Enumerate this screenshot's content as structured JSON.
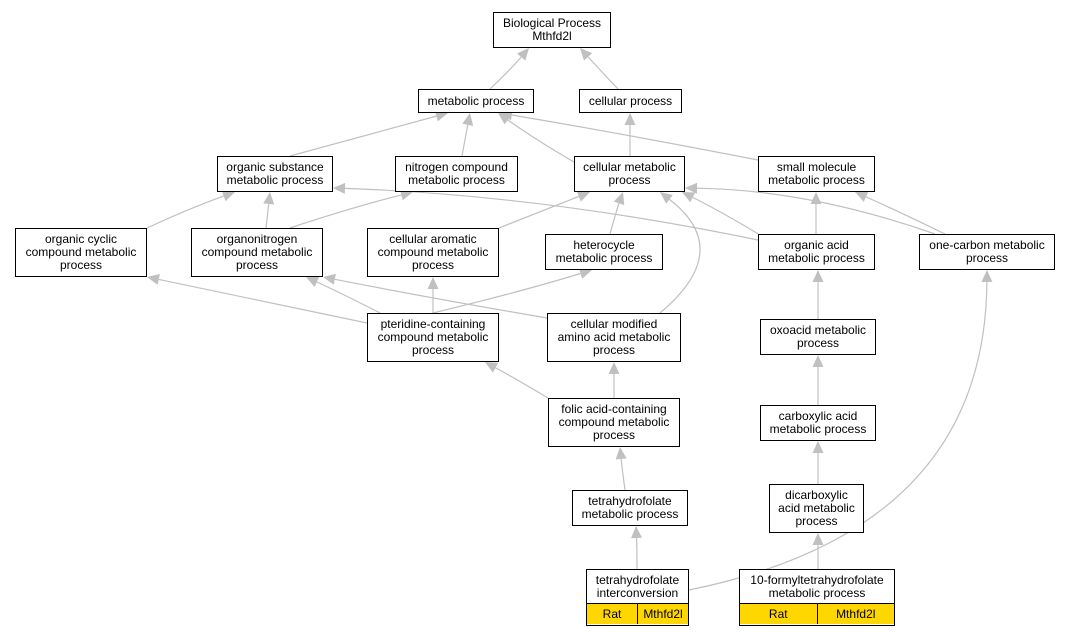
{
  "edge_color": "#C0C0C0",
  "tag_color": "#FFD700",
  "nodes": {
    "bp": "Biological Process\nMthfd2l",
    "metabolic": "metabolic process",
    "cellular": "cellular process",
    "organic_substance": "organic substance\nmetabolic process",
    "nitrogen_compound": "nitrogen compound\nmetabolic process",
    "cellular_metabolic": "cellular metabolic\nprocess",
    "small_molecule": "small molecule\nmetabolic process",
    "organic_cyclic": "organic cyclic\ncompound metabolic\nprocess",
    "organonitrogen": "organonitrogen\ncompound metabolic\nprocess",
    "cellular_aromatic": "cellular aromatic\ncompound metabolic\nprocess",
    "heterocycle": "heterocycle\nmetabolic process",
    "organic_acid": "organic acid\nmetabolic process",
    "one_carbon": "one-carbon metabolic\nprocess",
    "pteridine": "pteridine-containing\ncompound metabolic\nprocess",
    "cellular_modified": "cellular modified\namino acid metabolic\nprocess",
    "oxoacid": "oxoacid metabolic\nprocess",
    "folic_acid": "folic acid-containing\ncompound metabolic\nprocess",
    "carboxylic": "carboxylic acid\nmetabolic process",
    "thf_metabolic": "tetrahydrofolate\nmetabolic process",
    "dicarboxylic": "dicarboxylic\nacid metabolic\nprocess"
  },
  "leaves": {
    "thf_interconversion": {
      "title": "tetrahydrofolate\ninterconversion",
      "tags": [
        "Rat",
        "Mthfd2l"
      ]
    },
    "formyl_thf": {
      "title": "10-formyltetrahydrofolate\nmetabolic process",
      "tags": [
        "Rat",
        "Mthfd2l"
      ]
    }
  }
}
